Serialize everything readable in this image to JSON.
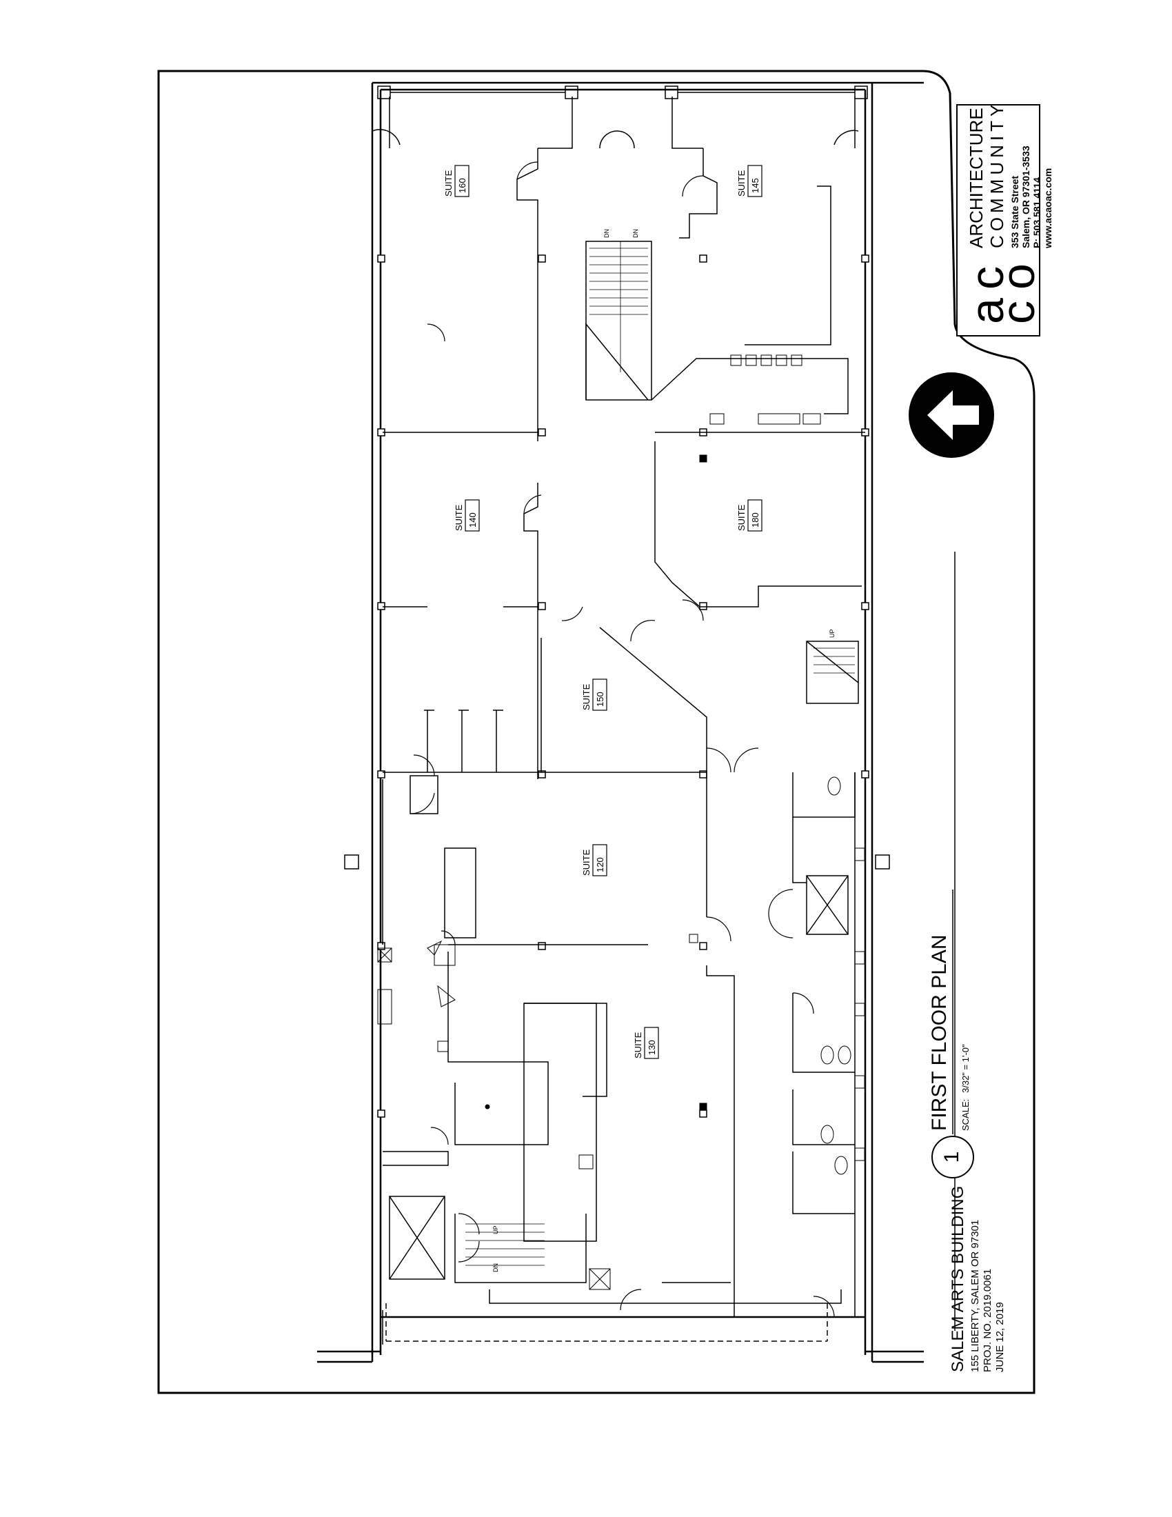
{
  "sheet": {
    "title": "FIRST FLOOR PLAN",
    "detail_number": "1",
    "scale_label": "SCALE:",
    "scale_value": "3/32\" = 1'-0\""
  },
  "project": {
    "name": "SALEM ARTS BUILDING",
    "address": "155 LIBERTY, SALEM OR 97301",
    "project_number": "PROJ. NO. 2019.0061",
    "date": "JUNE 12, 2019"
  },
  "firm": {
    "logo_letters": [
      "a",
      "c",
      "c",
      "o"
    ],
    "name_line1": "ARCHITECTURE",
    "name_line2": "COMMUNITY",
    "address_line1": "353 State Street",
    "address_line2": "Salem, OR 97301-3533",
    "phone": "P: 503.581.4114",
    "website": "www.acaoac.com"
  },
  "north_arrow": {
    "icon": "left-arrow-icon"
  },
  "rooms": [
    {
      "label": "SUITE",
      "number": "160"
    },
    {
      "label": "SUITE",
      "number": "145"
    },
    {
      "label": "SUITE",
      "number": "140"
    },
    {
      "label": "SUITE",
      "number": "180"
    },
    {
      "label": "SUITE",
      "number": "150"
    },
    {
      "label": "SUITE",
      "number": "120"
    },
    {
      "label": "SUITE",
      "number": "130"
    }
  ],
  "stair_labels": [
    "DN",
    "DN",
    "UP",
    "UP",
    "DN"
  ],
  "colors": {
    "line": "#000000",
    "background": "#ffffff"
  }
}
